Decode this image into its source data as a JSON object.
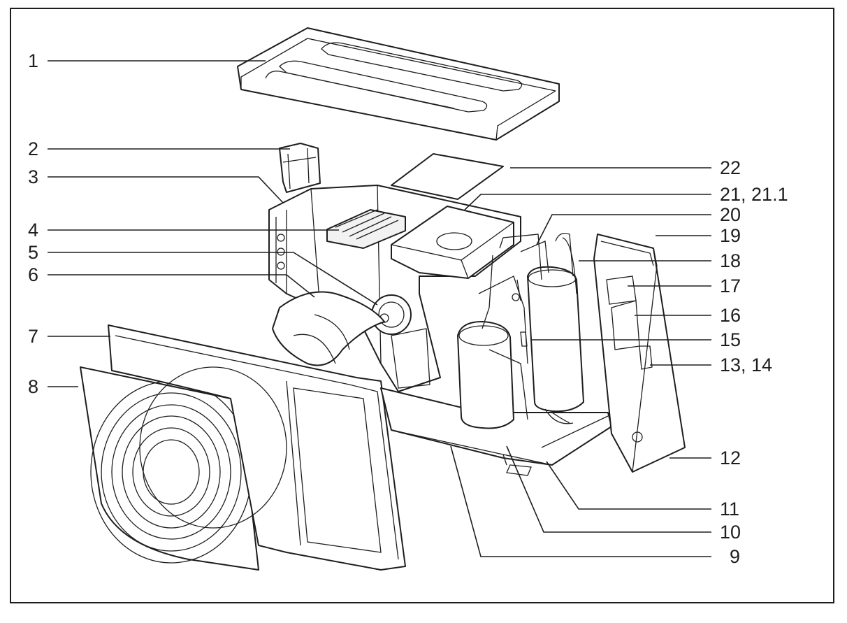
{
  "callouts": [
    {
      "id": "c1",
      "text": "1"
    },
    {
      "id": "c2",
      "text": "2"
    },
    {
      "id": "c3",
      "text": "3"
    },
    {
      "id": "c4",
      "text": "4"
    },
    {
      "id": "c5",
      "text": "5"
    },
    {
      "id": "c6",
      "text": "6"
    },
    {
      "id": "c7",
      "text": "7"
    },
    {
      "id": "c8",
      "text": "8"
    },
    {
      "id": "c9",
      "text": "9"
    },
    {
      "id": "c10",
      "text": "10"
    },
    {
      "id": "c11",
      "text": "11"
    },
    {
      "id": "c12",
      "text": "12"
    },
    {
      "id": "c13",
      "text": "13, 14"
    },
    {
      "id": "c15",
      "text": "15"
    },
    {
      "id": "c16",
      "text": "16"
    },
    {
      "id": "c17",
      "text": "17"
    },
    {
      "id": "c18",
      "text": "18"
    },
    {
      "id": "c19",
      "text": "19"
    },
    {
      "id": "c20",
      "text": "20"
    },
    {
      "id": "c21",
      "text": "21, 21.1"
    },
    {
      "id": "c22",
      "text": "22"
    }
  ]
}
